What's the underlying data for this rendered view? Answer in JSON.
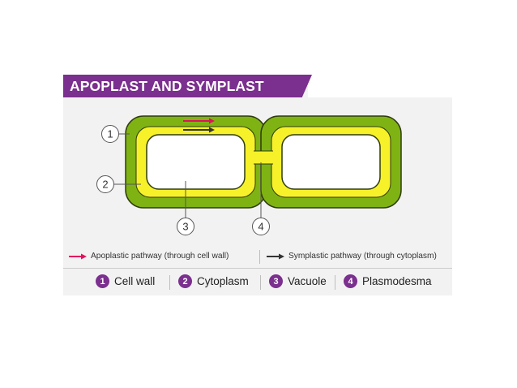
{
  "title": "APOPLAST AND SYMPLAST",
  "callouts": [
    "1",
    "2",
    "3",
    "4"
  ],
  "pathways": [
    {
      "label": "Apoplastic pathway (through cell wall)",
      "color": "#e0115f"
    },
    {
      "label": "Symplastic pathway (through cytoplasm)",
      "color": "#333333"
    }
  ],
  "legend": [
    {
      "number": "1",
      "label": "Cell wall"
    },
    {
      "number": "2",
      "label": "Cytoplasm"
    },
    {
      "number": "3",
      "label": "Vacuole"
    },
    {
      "number": "4",
      "label": "Plasmodesma"
    }
  ],
  "colors": {
    "cell_wall": "#7fb314",
    "cytoplasm": "#f7f12a",
    "vacuole": "#ffffff",
    "banner": "#7b2f8e"
  }
}
